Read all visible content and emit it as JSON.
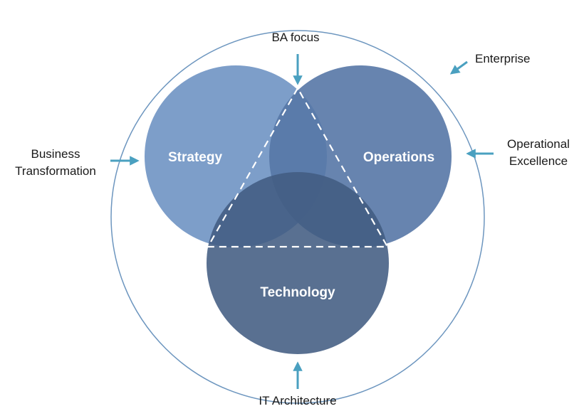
{
  "diagram": {
    "circles": {
      "strategy": {
        "label": "Strategy",
        "color": "#6f93c3"
      },
      "operations": {
        "label": "Operations",
        "color": "#5677a6"
      },
      "technology": {
        "label": "Technology",
        "color": "#425c82"
      }
    },
    "outer_ring_color": "#6d96bf",
    "arrow_color": "#4aa0c0",
    "dashed_line_color": "#ffffff",
    "labels": {
      "ba_focus": "BA focus",
      "enterprise": "Enterprise",
      "business_transformation": [
        "Business",
        "Transformation"
      ],
      "operational_excellence": [
        "Operational",
        "Excellence"
      ],
      "it_architecture": "IT Architecture"
    }
  }
}
